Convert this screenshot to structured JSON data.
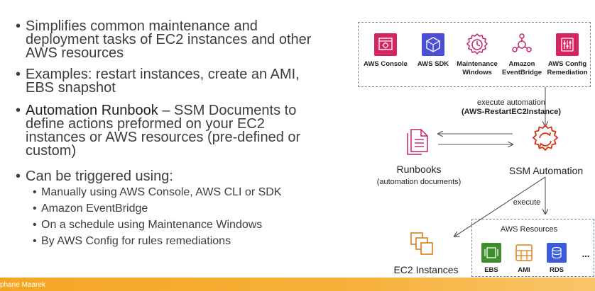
{
  "bullets": [
    {
      "lines": [
        "Simplifies common maintenance and",
        "deployment tasks of EC2 instances and other",
        "AWS resources"
      ]
    },
    {
      "lines": [
        "Examples: restart instances, create an AMI,",
        "EBS snapshot"
      ]
    },
    {
      "strong": "Automation Runbook",
      "lines": [
        " – SSM Documents to",
        "define actions preformed on your EC2",
        "instances or AWS resources (pre-defined or",
        "custom)"
      ]
    },
    {
      "lines": [
        "Can be triggered using:"
      ]
    }
  ],
  "sub_bullets": [
    "Manually using AWS Console, AWS CLI or SDK",
    "Amazon EventBridge",
    "On a schedule using Maintenance Windows",
    "By AWS Config for rules remediations"
  ],
  "footer": {
    "author": "phane Maarek"
  },
  "diagram": {
    "triggers": [
      {
        "label1": "AWS Console",
        "label2": "",
        "color": "#d6245e",
        "icon": "console-icon"
      },
      {
        "label1": "AWS SDK",
        "label2": "",
        "color": "#4b4fd6",
        "icon": "sdk-cube-icon"
      },
      {
        "label1": "Maintenance",
        "label2": "Windows",
        "color": "#c3216a",
        "icon": "clock-gear-icon"
      },
      {
        "label1": "Amazon",
        "label2": "EventBridge",
        "color": "#c3216a",
        "icon": "eventbridge-icon"
      },
      {
        "label1": "AWS Config",
        "label2": "Remediation",
        "color": "#d6245e",
        "icon": "config-icon"
      }
    ],
    "execute_automation": "execute automation",
    "automation_name": "(AWS-RestartEC2Instance)",
    "runbooks_label": "Runbooks",
    "runbooks_sub": "(automation documents)",
    "ssm_label": "SSM Automation",
    "execute_label": "execute",
    "ec2_label": "EC2 Instances",
    "resources_title": "AWS Resources",
    "resources": [
      {
        "label": "EBS",
        "color": "#3e8e2e",
        "icon": "ebs-icon"
      },
      {
        "label": "AMI",
        "color": "#e07b1a",
        "icon": "ami-icon"
      },
      {
        "label": "RDS",
        "color": "#3a5bdc",
        "icon": "rds-icon"
      }
    ],
    "more": "...",
    "colors": {
      "ssm": "#d13212",
      "ec2": "#e07b1a",
      "dash": "#7a86a8"
    }
  }
}
